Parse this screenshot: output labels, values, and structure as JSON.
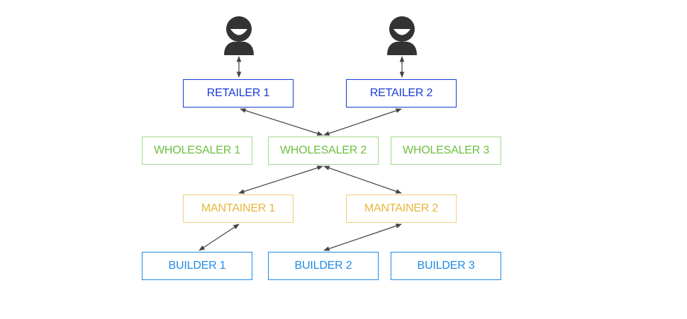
{
  "colors": {
    "retailer": "#1a3bd6",
    "wholesaler": "#6cbf3f",
    "mantainer": "#eab63c",
    "builder": "#1f8be6",
    "arrow": "#444444",
    "person": "#333333"
  },
  "icons": [
    "person-icon",
    "person-icon"
  ],
  "retailers": [
    "RETAILER 1",
    "RETAILER 2"
  ],
  "wholesalers": [
    "WHOLESALER 1",
    "WHOLESALER 2",
    "WHOLESALER 3"
  ],
  "mantainers": [
    "MANTAINER 1",
    "MANTAINER 2"
  ],
  "builders": [
    "BUILDER 1",
    "BUILDER 2",
    "BUILDER 3"
  ]
}
